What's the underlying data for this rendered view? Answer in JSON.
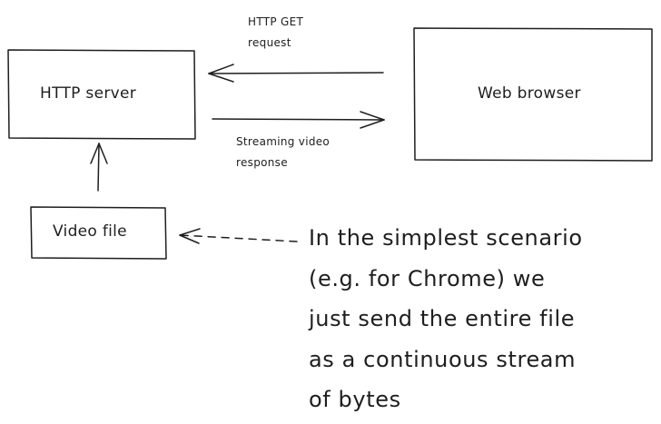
{
  "diagram": {
    "nodes": {
      "http_server": {
        "label": "HTTP server"
      },
      "web_browser": {
        "label": "Web browser"
      },
      "video_file": {
        "label": "Video file"
      }
    },
    "edges": {
      "get_request": {
        "from": "web_browser",
        "to": "http_server",
        "style": "solid",
        "label_lines": [
          "HTTP GET",
          "request"
        ]
      },
      "video_response": {
        "from": "http_server",
        "to": "web_browser",
        "style": "solid",
        "label_lines": [
          "Streaming video",
          "response"
        ]
      },
      "file_to_server": {
        "from": "video_file",
        "to": "http_server",
        "style": "solid"
      },
      "note_pointer": {
        "from": "note",
        "to": "video_file",
        "style": "dashed"
      }
    },
    "note": {
      "lines": [
        "In the simplest scenario",
        "(e.g. for Chrome) we",
        "just send the entire file",
        "as a continuous stream",
        "of bytes"
      ]
    },
    "colors": {
      "stroke": "#1e1e1e",
      "background": "#ffffff"
    }
  }
}
